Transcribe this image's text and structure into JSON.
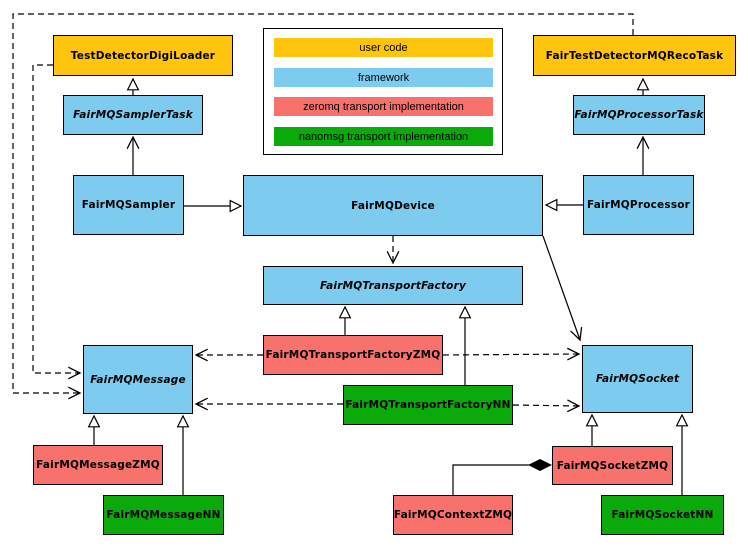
{
  "colors": {
    "user_code": "#ffc40d",
    "framework": "#7dccf0",
    "zeromq": "#f8726d",
    "nanomsg": "#0baa0b",
    "line": "#000000",
    "background": "#ffffff"
  },
  "legend": {
    "items": [
      {
        "id": "user-code",
        "label": "user code",
        "color": "#ffc40d"
      },
      {
        "id": "framework",
        "label": "framework",
        "color": "#7dccf0"
      },
      {
        "id": "zeromq",
        "label": "zeromq transport implementation",
        "color": "#f8726d"
      },
      {
        "id": "nanomsg",
        "label": "nanomsg transport implementation",
        "color": "#0baa0b"
      }
    ]
  },
  "nodes": {
    "test_detector_digi_loader": {
      "label": "TestDetectorDigiLoader",
      "category": "user code",
      "abstract": false
    },
    "fair_test_detector_mq_reco_task": {
      "label": "FairTestDetectorMQRecoTask",
      "category": "user code",
      "abstract": false
    },
    "fairmq_sampler_task": {
      "label": "FairMQSamplerTask",
      "category": "framework",
      "abstract": true
    },
    "fairmq_processor_task": {
      "label": "FairMQProcessorTask",
      "category": "framework",
      "abstract": true
    },
    "fairmq_sampler": {
      "label": "FairMQSampler",
      "category": "framework",
      "abstract": false
    },
    "fairmq_device": {
      "label": "FairMQDevice",
      "category": "framework",
      "abstract": false
    },
    "fairmq_processor": {
      "label": "FairMQProcessor",
      "category": "framework",
      "abstract": false
    },
    "fairmq_transport_factory": {
      "label": "FairMQTransportFactory",
      "category": "framework",
      "abstract": true
    },
    "fairmq_transport_factory_zmq": {
      "label": "FairMQTransportFactoryZMQ",
      "category": "zeromq transport implementation",
      "abstract": false
    },
    "fairmq_transport_factory_nn": {
      "label": "FairMQTransportFactoryNN",
      "category": "nanomsg transport implementation",
      "abstract": false
    },
    "fairmq_message": {
      "label": "FairMQMessage",
      "category": "framework",
      "abstract": true
    },
    "fairmq_message_zmq": {
      "label": "FairMQMessageZMQ",
      "category": "zeromq transport implementation",
      "abstract": false
    },
    "fairmq_message_nn": {
      "label": "FairMQMessageNN",
      "category": "nanomsg transport implementation",
      "abstract": false
    },
    "fairmq_socket": {
      "label": "FairMQSocket",
      "category": "framework",
      "abstract": true
    },
    "fairmq_socket_zmq": {
      "label": "FairMQSocketZMQ",
      "category": "zeromq transport implementation",
      "abstract": false
    },
    "fairmq_socket_nn": {
      "label": "FairMQSocketNN",
      "category": "nanomsg transport implementation",
      "abstract": false
    },
    "fairmq_context_zmq": {
      "label": "FairMQContextZMQ",
      "category": "zeromq transport implementation",
      "abstract": false
    }
  },
  "edges": [
    {
      "from": "fairmq_sampler_task",
      "to": "test_detector_digi_loader",
      "type": "inheritance-triangle",
      "style": "solid"
    },
    {
      "from": "fairmq_sampler",
      "to": "fairmq_sampler_task",
      "type": "open-arrow",
      "style": "solid"
    },
    {
      "from": "fairmq_processor_task",
      "to": "fair_test_detector_mq_reco_task",
      "type": "inheritance-triangle",
      "style": "solid"
    },
    {
      "from": "fairmq_processor",
      "to": "fairmq_processor_task",
      "type": "open-arrow",
      "style": "solid"
    },
    {
      "from": "fairmq_sampler",
      "to": "fairmq_device",
      "type": "inheritance-triangle",
      "style": "solid"
    },
    {
      "from": "fairmq_processor",
      "to": "fairmq_device",
      "type": "inheritance-triangle",
      "style": "solid"
    },
    {
      "from": "fairmq_device",
      "to": "fairmq_transport_factory",
      "type": "open-arrow",
      "style": "dashed"
    },
    {
      "from": "fairmq_device",
      "to": "fairmq_socket",
      "type": "open-arrow",
      "style": "solid"
    },
    {
      "from": "fairmq_transport_factory_zmq",
      "to": "fairmq_transport_factory",
      "type": "inheritance-triangle",
      "style": "solid"
    },
    {
      "from": "fairmq_transport_factory_nn",
      "to": "fairmq_transport_factory",
      "type": "inheritance-triangle",
      "style": "solid"
    },
    {
      "from": "fairmq_transport_factory_zmq",
      "to": "fairmq_message",
      "type": "open-arrow",
      "style": "dashed"
    },
    {
      "from": "fairmq_transport_factory_zmq",
      "to": "fairmq_socket",
      "type": "open-arrow",
      "style": "dashed"
    },
    {
      "from": "fairmq_transport_factory_nn",
      "to": "fairmq_message",
      "type": "open-arrow",
      "style": "dashed"
    },
    {
      "from": "fairmq_transport_factory_nn",
      "to": "fairmq_socket",
      "type": "open-arrow",
      "style": "dashed"
    },
    {
      "from": "test_detector_digi_loader",
      "to": "fairmq_message",
      "type": "open-arrow",
      "style": "dashed"
    },
    {
      "from": "fair_test_detector_mq_reco_task",
      "to": "fairmq_message",
      "type": "open-arrow",
      "style": "dashed"
    },
    {
      "from": "fairmq_message_zmq",
      "to": "fairmq_message",
      "type": "inheritance-triangle",
      "style": "solid"
    },
    {
      "from": "fairmq_message_nn",
      "to": "fairmq_message",
      "type": "inheritance-triangle",
      "style": "solid"
    },
    {
      "from": "fairmq_socket_zmq",
      "to": "fairmq_socket",
      "type": "inheritance-triangle",
      "style": "solid"
    },
    {
      "from": "fairmq_socket_nn",
      "to": "fairmq_socket",
      "type": "inheritance-triangle",
      "style": "solid"
    },
    {
      "from": "fairmq_context_zmq",
      "to": "fairmq_socket_zmq",
      "type": "composition-diamond",
      "style": "solid"
    }
  ]
}
